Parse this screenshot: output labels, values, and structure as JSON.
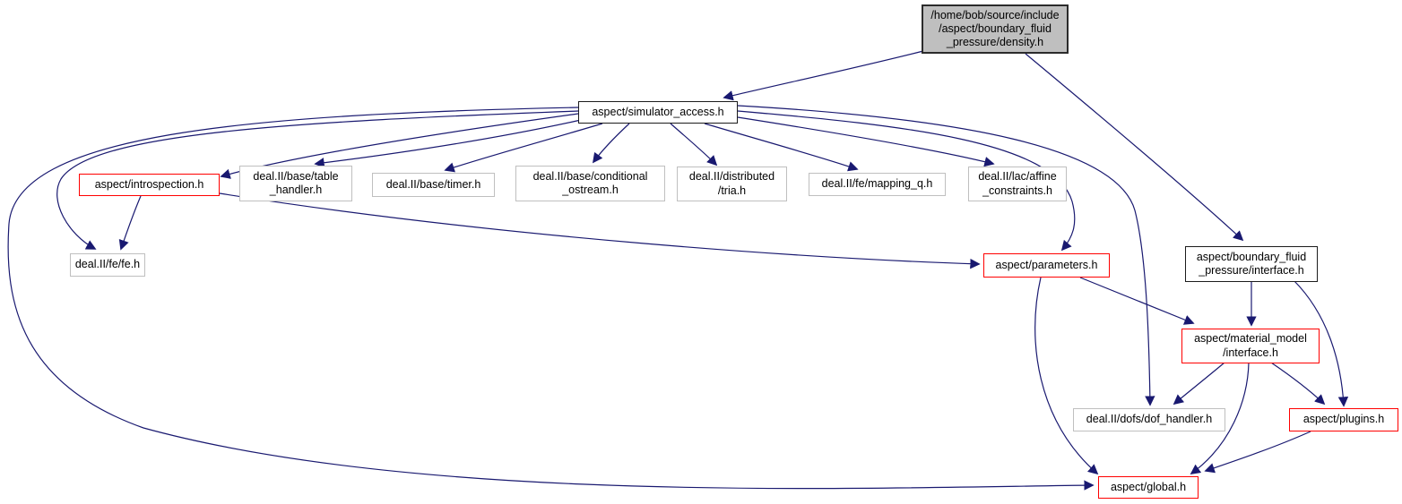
{
  "diagram": {
    "kind": "include-dependency-graph",
    "edge_color": "#191970",
    "current_node_fill": "#bfbfbf",
    "highlight_border_color": "#ff0000"
  },
  "nodes": [
    {
      "id": "density",
      "label": "/home/bob/source/include\n/aspect/boundary_fluid\n_pressure/density.h",
      "style": "current"
    },
    {
      "id": "simulator_access",
      "label": "aspect/simulator_access.h",
      "style": "linked"
    },
    {
      "id": "introspection",
      "label": "aspect/introspection.h",
      "style": "truncated"
    },
    {
      "id": "table_handler",
      "label": "deal.II/base/table\n_handler.h",
      "style": "plain"
    },
    {
      "id": "timer",
      "label": "deal.II/base/timer.h",
      "style": "plain"
    },
    {
      "id": "conditional_ostream",
      "label": "deal.II/base/conditional\n_ostream.h",
      "style": "plain"
    },
    {
      "id": "tria",
      "label": "deal.II/distributed\n/tria.h",
      "style": "plain"
    },
    {
      "id": "mapping_q",
      "label": "deal.II/fe/mapping_q.h",
      "style": "plain"
    },
    {
      "id": "affine_constraints",
      "label": "deal.II/lac/affine\n_constraints.h",
      "style": "plain"
    },
    {
      "id": "fe",
      "label": "deal.II/fe/fe.h",
      "style": "plain"
    },
    {
      "id": "parameters",
      "label": "aspect/parameters.h",
      "style": "truncated"
    },
    {
      "id": "bfp_interface",
      "label": "aspect/boundary_fluid\n_pressure/interface.h",
      "style": "linked"
    },
    {
      "id": "material_model",
      "label": "aspect/material_model\n/interface.h",
      "style": "truncated"
    },
    {
      "id": "dof_handler",
      "label": "deal.II/dofs/dof_handler.h",
      "style": "plain"
    },
    {
      "id": "plugins",
      "label": "aspect/plugins.h",
      "style": "truncated"
    },
    {
      "id": "global",
      "label": "aspect/global.h",
      "style": "truncated"
    }
  ],
  "edges": [
    {
      "from": "density",
      "to": "simulator_access"
    },
    {
      "from": "density",
      "to": "bfp_interface"
    },
    {
      "from": "simulator_access",
      "to": "introspection"
    },
    {
      "from": "simulator_access",
      "to": "table_handler"
    },
    {
      "from": "simulator_access",
      "to": "timer"
    },
    {
      "from": "simulator_access",
      "to": "conditional_ostream"
    },
    {
      "from": "simulator_access",
      "to": "tria"
    },
    {
      "from": "simulator_access",
      "to": "mapping_q"
    },
    {
      "from": "simulator_access",
      "to": "affine_constraints"
    },
    {
      "from": "simulator_access",
      "to": "fe"
    },
    {
      "from": "simulator_access",
      "to": "parameters"
    },
    {
      "from": "simulator_access",
      "to": "dof_handler"
    },
    {
      "from": "simulator_access",
      "to": "global"
    },
    {
      "from": "introspection",
      "to": "fe"
    },
    {
      "from": "introspection",
      "to": "parameters"
    },
    {
      "from": "parameters",
      "to": "material_model"
    },
    {
      "from": "parameters",
      "to": "global"
    },
    {
      "from": "bfp_interface",
      "to": "material_model"
    },
    {
      "from": "bfp_interface",
      "to": "plugins"
    },
    {
      "from": "material_model",
      "to": "dof_handler"
    },
    {
      "from": "material_model",
      "to": "plugins"
    },
    {
      "from": "material_model",
      "to": "global"
    },
    {
      "from": "plugins",
      "to": "global"
    }
  ]
}
